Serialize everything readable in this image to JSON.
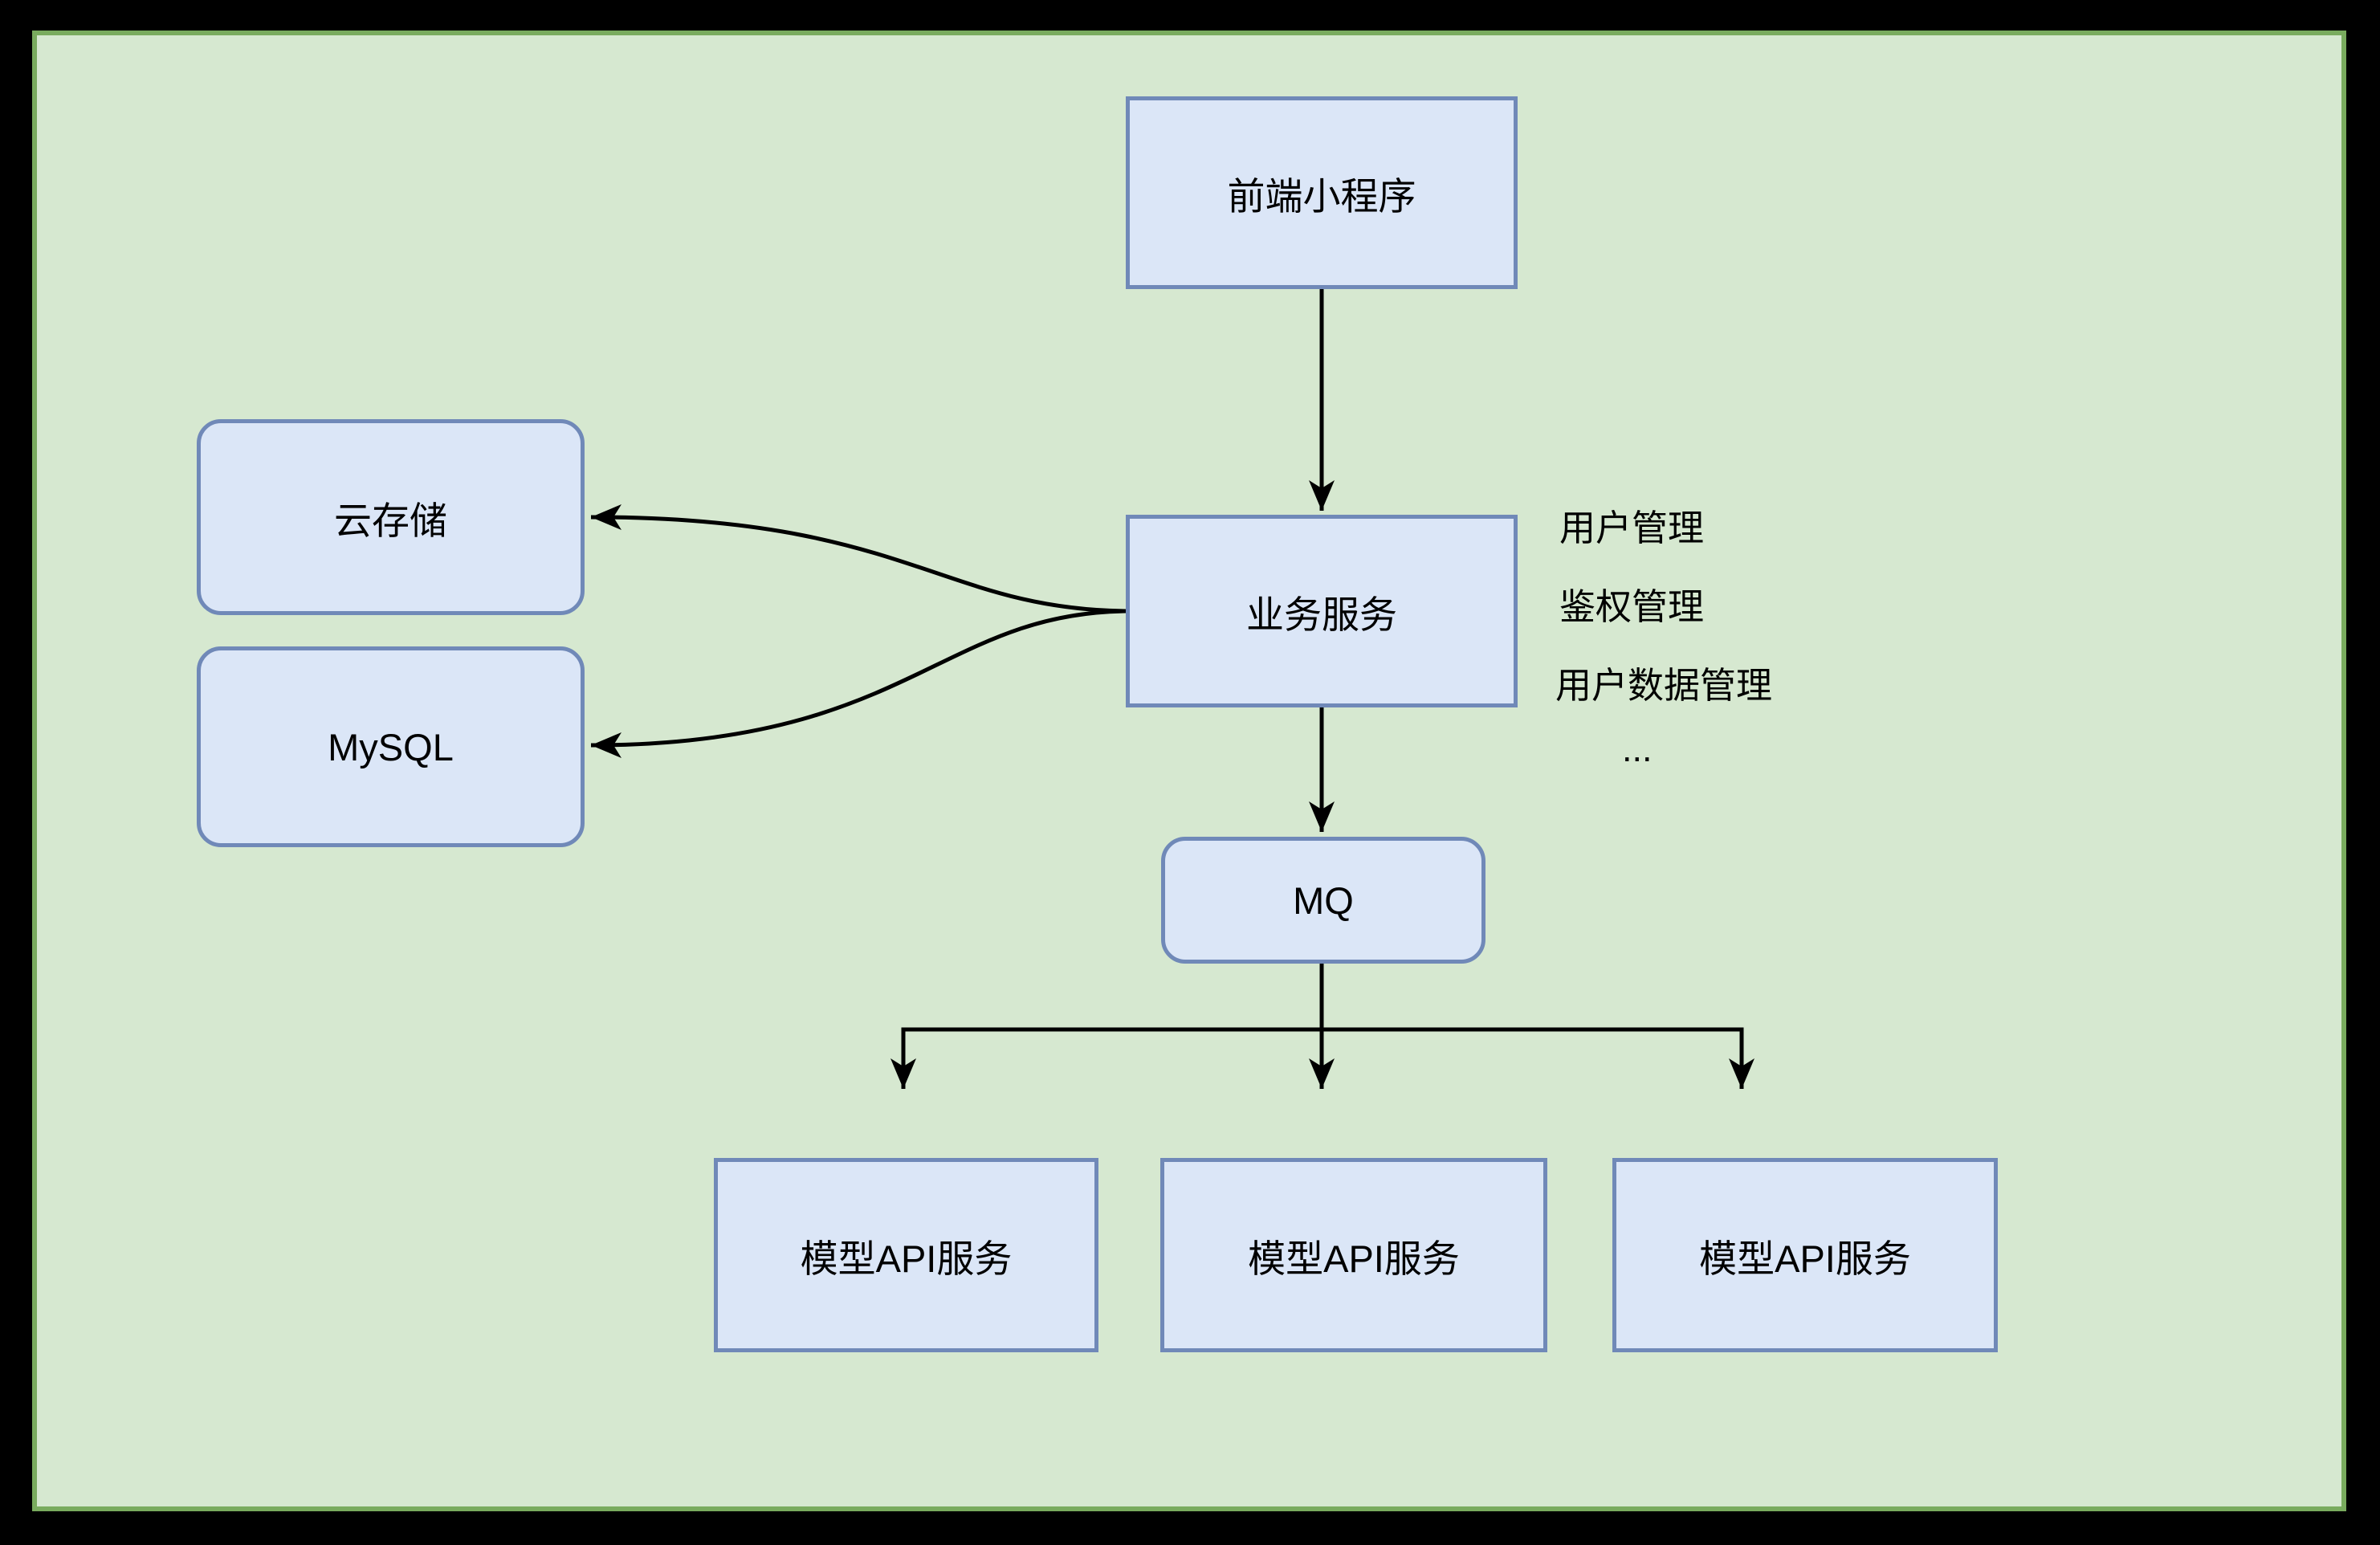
{
  "colors": {
    "page_bg": "#000000",
    "panel_fill": "#d6e8d0",
    "panel_border": "#79ab5e",
    "node_fill": "#dbe6f7",
    "node_border": "#7089b8",
    "edge": "#000000",
    "text": "#000000"
  },
  "nodes": {
    "frontend": {
      "label": "前端小程序"
    },
    "business": {
      "label": "业务服务"
    },
    "cloud_storage": {
      "label": "云存储"
    },
    "mysql": {
      "label": "MySQL"
    },
    "mq": {
      "label": "MQ"
    },
    "model_api_1": {
      "label": "模型API服务"
    },
    "model_api_2": {
      "label": "模型API服务"
    },
    "model_api_3": {
      "label": "模型API服务"
    }
  },
  "annotations": {
    "items": [
      "用户管理",
      "鉴权管理",
      "用户数据管理",
      "..."
    ]
  }
}
